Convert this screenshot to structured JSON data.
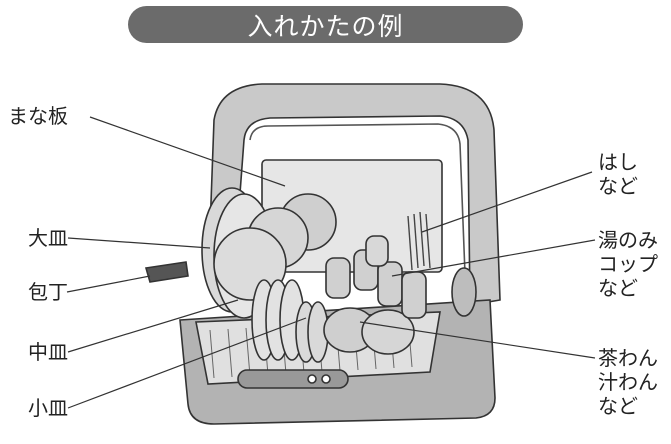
{
  "title": "入れかたの例",
  "labels": {
    "cutting_board": "まな板",
    "large_plate": "大皿",
    "knife": "包丁",
    "medium_plate": "中皿",
    "small_plate": "小皿",
    "chopsticks": [
      "はし",
      "など"
    ],
    "cups": [
      "湯のみ",
      "コップ",
      "など"
    ],
    "bowls": [
      "茶わん",
      "汁わん",
      "など"
    ]
  },
  "colors": {
    "title_bg": "#6b6b6b",
    "outline": "#333333",
    "dish_fill": "#d9d9d9",
    "body_fill": "#b3b3b3"
  }
}
